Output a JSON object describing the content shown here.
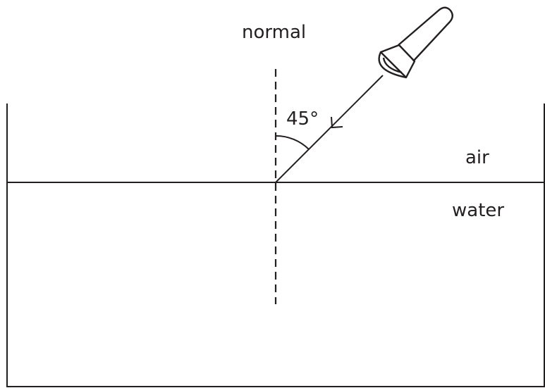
{
  "labels": {
    "normal": "normal",
    "angle": "45°",
    "upper_medium": "air",
    "lower_medium": "water"
  },
  "diagram": {
    "incidence_angle_deg": 45,
    "line_color": "#231f20",
    "background": "#ffffff"
  }
}
